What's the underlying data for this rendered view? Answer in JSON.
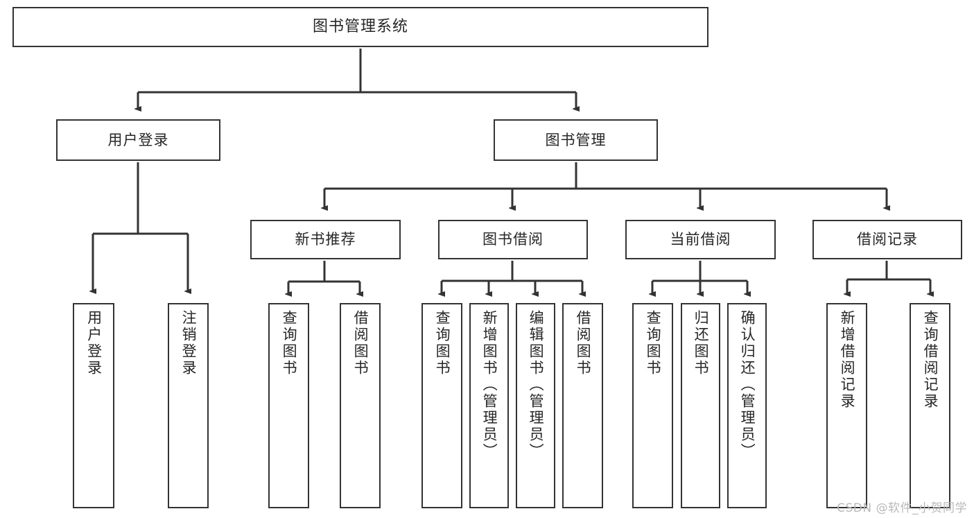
{
  "diagram": {
    "title": "图书管理系统",
    "watermark": "CSDN @软件_小贺同学",
    "colors": {
      "box_border": "#333333",
      "box_fill": "#ffffff",
      "line": "#333333",
      "text": "#262626",
      "watermark": "#b9b9b9",
      "background": "#ffffff"
    },
    "levels": {
      "root": [
        "图书管理系统"
      ],
      "level2": [
        "用户登录",
        "图书管理"
      ],
      "level3": [
        "新书推荐",
        "图书借阅",
        "当前借阅",
        "借阅记录"
      ],
      "leaves": [
        "用户登录",
        "注销登录",
        "查询图书",
        "借阅图书",
        "查询图书",
        "新增图书（管理员）",
        "编辑图书（管理员）",
        "借阅图书",
        "查询图书",
        "归还图书",
        "确认归还（管理员）",
        "新增借阅记录",
        "查询借阅记录"
      ]
    },
    "nodes": {
      "root": {
        "label": "图书管理系统"
      },
      "user_login": {
        "label": "用户登录"
      },
      "book_manage": {
        "label": "图书管理"
      },
      "new_book_rec": {
        "label": "新书推荐"
      },
      "book_borrow": {
        "label": "图书借阅"
      },
      "current_borrow": {
        "label": "当前借阅"
      },
      "borrow_record": {
        "label": "借阅记录"
      },
      "leaf_user_login": {
        "label": "用户登录"
      },
      "leaf_logout": {
        "label": "注销登录"
      },
      "leaf_query_book_a": {
        "label": "查询图书"
      },
      "leaf_borrow_book_a": {
        "label": "借阅图书"
      },
      "leaf_query_book_b": {
        "label": "查询图书"
      },
      "leaf_add_book": {
        "label": "新增图书（管理员）"
      },
      "leaf_edit_book": {
        "label": "编辑图书（管理员）"
      },
      "leaf_borrow_book_b": {
        "label": "借阅图书"
      },
      "leaf_query_book_c": {
        "label": "查询图书"
      },
      "leaf_return_book": {
        "label": "归还图书"
      },
      "leaf_confirm_return": {
        "label": "确认归还（管理员）"
      },
      "leaf_add_record": {
        "label": "新增借阅记录"
      },
      "leaf_query_record": {
        "label": "查询借阅记录"
      }
    }
  }
}
